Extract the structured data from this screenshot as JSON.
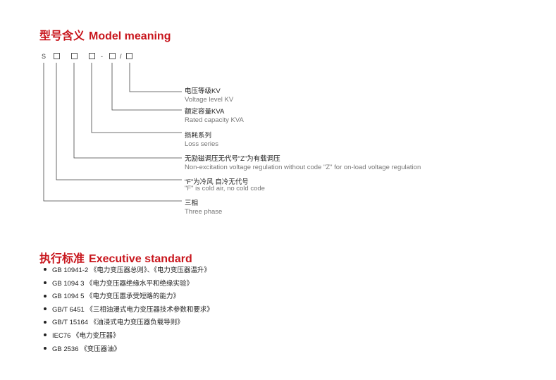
{
  "model_section": {
    "title_zh": "型号含义",
    "title_en": "Model meaning",
    "code": {
      "prefix": "S",
      "dash": "-",
      "slash": "/"
    },
    "labels": [
      {
        "zh": "电压等级KV",
        "en": "Voltage level KV"
      },
      {
        "zh": "额定容量KVA",
        "en": "Rated capacity KVA"
      },
      {
        "zh": "损耗系列",
        "en": "Loss series"
      },
      {
        "zh": "无励磁调压无代号“Z”为有载调压",
        "en": "Non-excitation voltage regulation without code \"Z\" for on-load voltage regulation"
      },
      {
        "zh": "“F”为冷风   自冷无代号",
        "en": "\"F\" is cold air, no cold code"
      },
      {
        "zh": "三相",
        "en": "Three phase"
      }
    ]
  },
  "standard_section": {
    "title_zh": "执行标准",
    "title_en": "Executive standard",
    "items": [
      "GB 10941-2 《电力变压器总则》、《电力变压器温升》",
      "GB 1094 3 《电力变压器绝缘水平和绝缘实验》",
      "GB 1094 5 《电力变压嚣承受短路的能力》",
      "GB/T 6451 《三相油漫式电力变压器技术参数和要求》",
      "GB/T 15164  《油浸式电力变压器负载导则》",
      "IEC76 《电力变压器》",
      "GB  2536  《变压器油》"
    ]
  },
  "colors": {
    "accent": "#c8161d",
    "text": "#222222",
    "muted": "#777777"
  }
}
